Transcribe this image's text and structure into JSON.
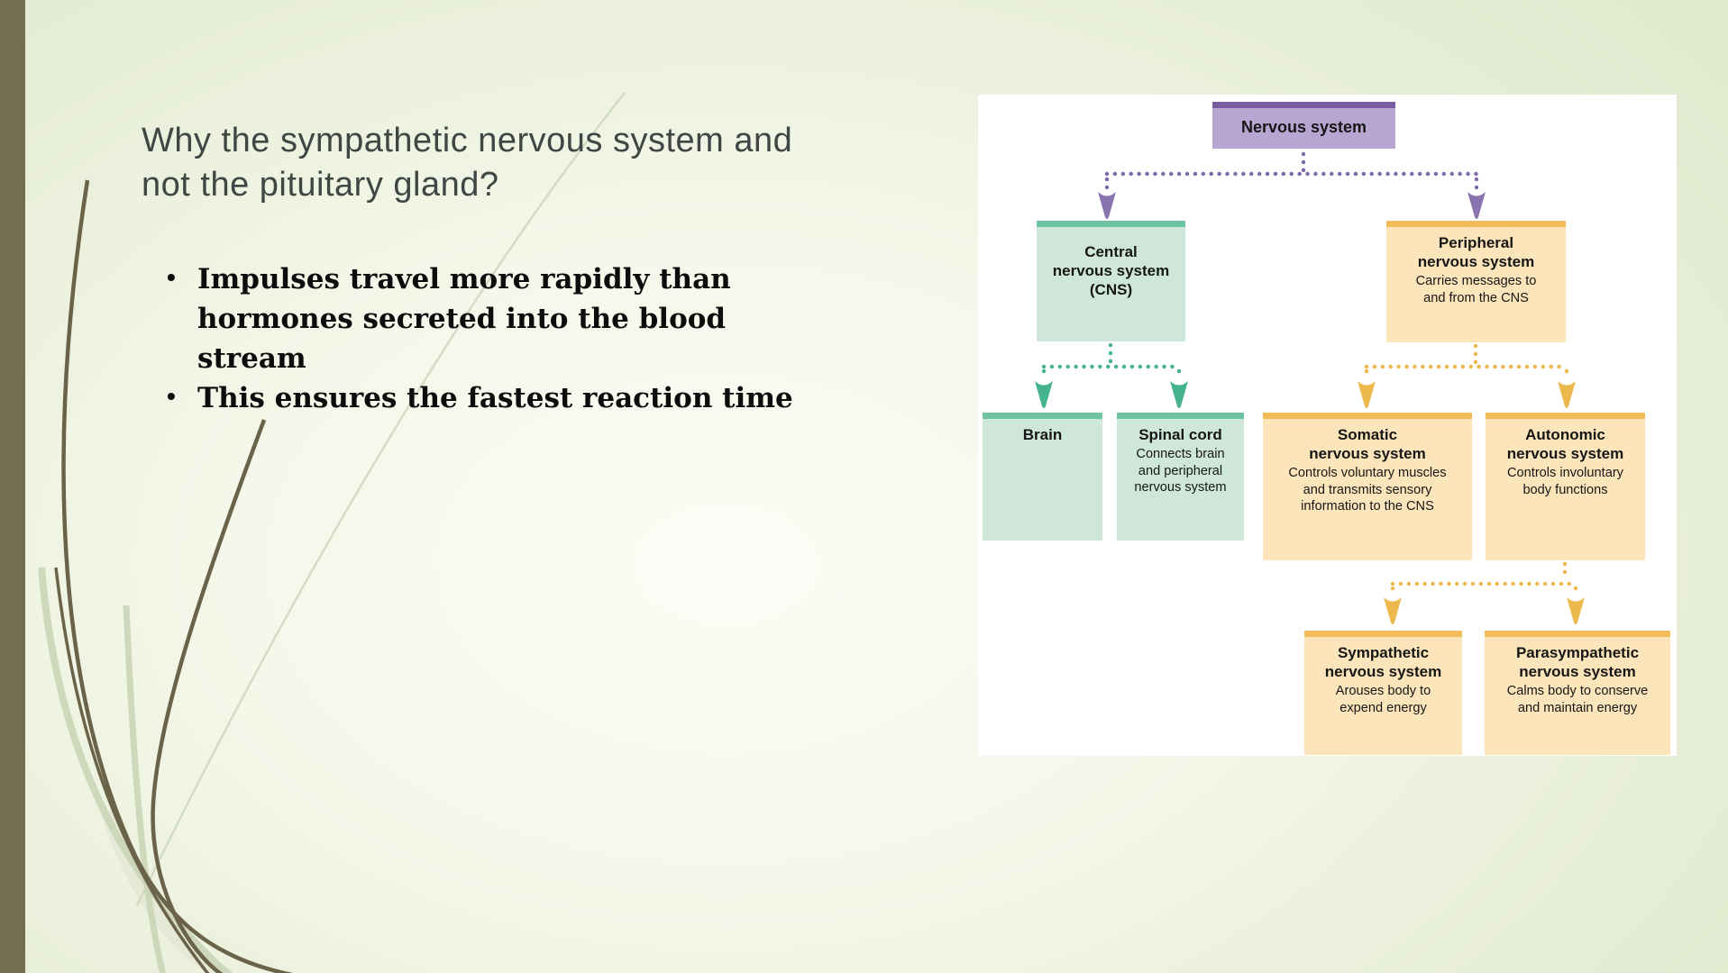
{
  "slide": {
    "title": "Why the sympathetic nervous system and\nnot the pituitary gland?",
    "bullets": [
      "Impulses travel more rapidly than\nhormones secreted into the blood stream",
      "This ensures the fastest reaction time"
    ]
  },
  "diagram": {
    "root": {
      "title": "Nervous system"
    },
    "cns": {
      "title": "Central\nnervous system\n(CNS)"
    },
    "peripheral": {
      "title": "Peripheral\nnervous system",
      "desc": "Carries messages to\nand from the CNS"
    },
    "brain": {
      "title": "Brain"
    },
    "spinal_cord": {
      "title": "Spinal cord",
      "desc": "Connects brain\nand peripheral\nnervous system"
    },
    "somatic": {
      "title": "Somatic\nnervous system",
      "desc": "Controls voluntary muscles\nand transmits sensory\ninformation to the CNS"
    },
    "autonomic": {
      "title": "Autonomic\nnervous system",
      "desc": "Controls involuntary\nbody functions"
    },
    "sympathetic": {
      "title": "Sympathetic\nnervous system",
      "desc": "Arouses body to\nexpend energy"
    },
    "parasympathetic": {
      "title": "Parasympathetic\nnervous system",
      "desc": "Calms body to conserve\nand maintain energy"
    }
  },
  "colors": {
    "sidebar_olive": "#756d4f",
    "background_green": "#e3ecd1",
    "purple_fill": "#b7a6d1",
    "purple_bar": "#7a5ca0",
    "green_fill": "#cfe7d8",
    "green_bar": "#6fc3a0",
    "orange_fill": "#fce5bb",
    "orange_bar": "#f1bc59",
    "connector_purple": "#7e6aa8",
    "connector_green": "#45b48c",
    "connector_yellow": "#edb94e"
  }
}
